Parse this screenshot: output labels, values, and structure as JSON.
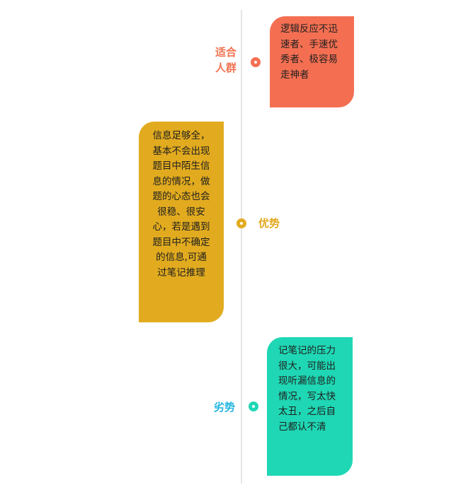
{
  "timeline": {
    "items": [
      {
        "label": "适合\n人群",
        "text": "逻辑反应不迅速者、手速优秀者、极容易走神者",
        "color": "#f46f52",
        "label_color": "#f07150"
      },
      {
        "label": "优势",
        "text": "信息足够全，基本不会出现题目中陌生信息的情况，做题的心态也会很稳、很安心，若是遇到题目中不确定的信息,可通过笔记推理",
        "color": "#e2ab1f",
        "label_color": "#e4a820"
      },
      {
        "label": "劣势",
        "text": "记笔记的压力很大，可能出现听漏信息的情况，写太快太丑，之后自己都认不清",
        "color": "#1fd7b4",
        "label_color": "#23b6e0"
      }
    ]
  }
}
